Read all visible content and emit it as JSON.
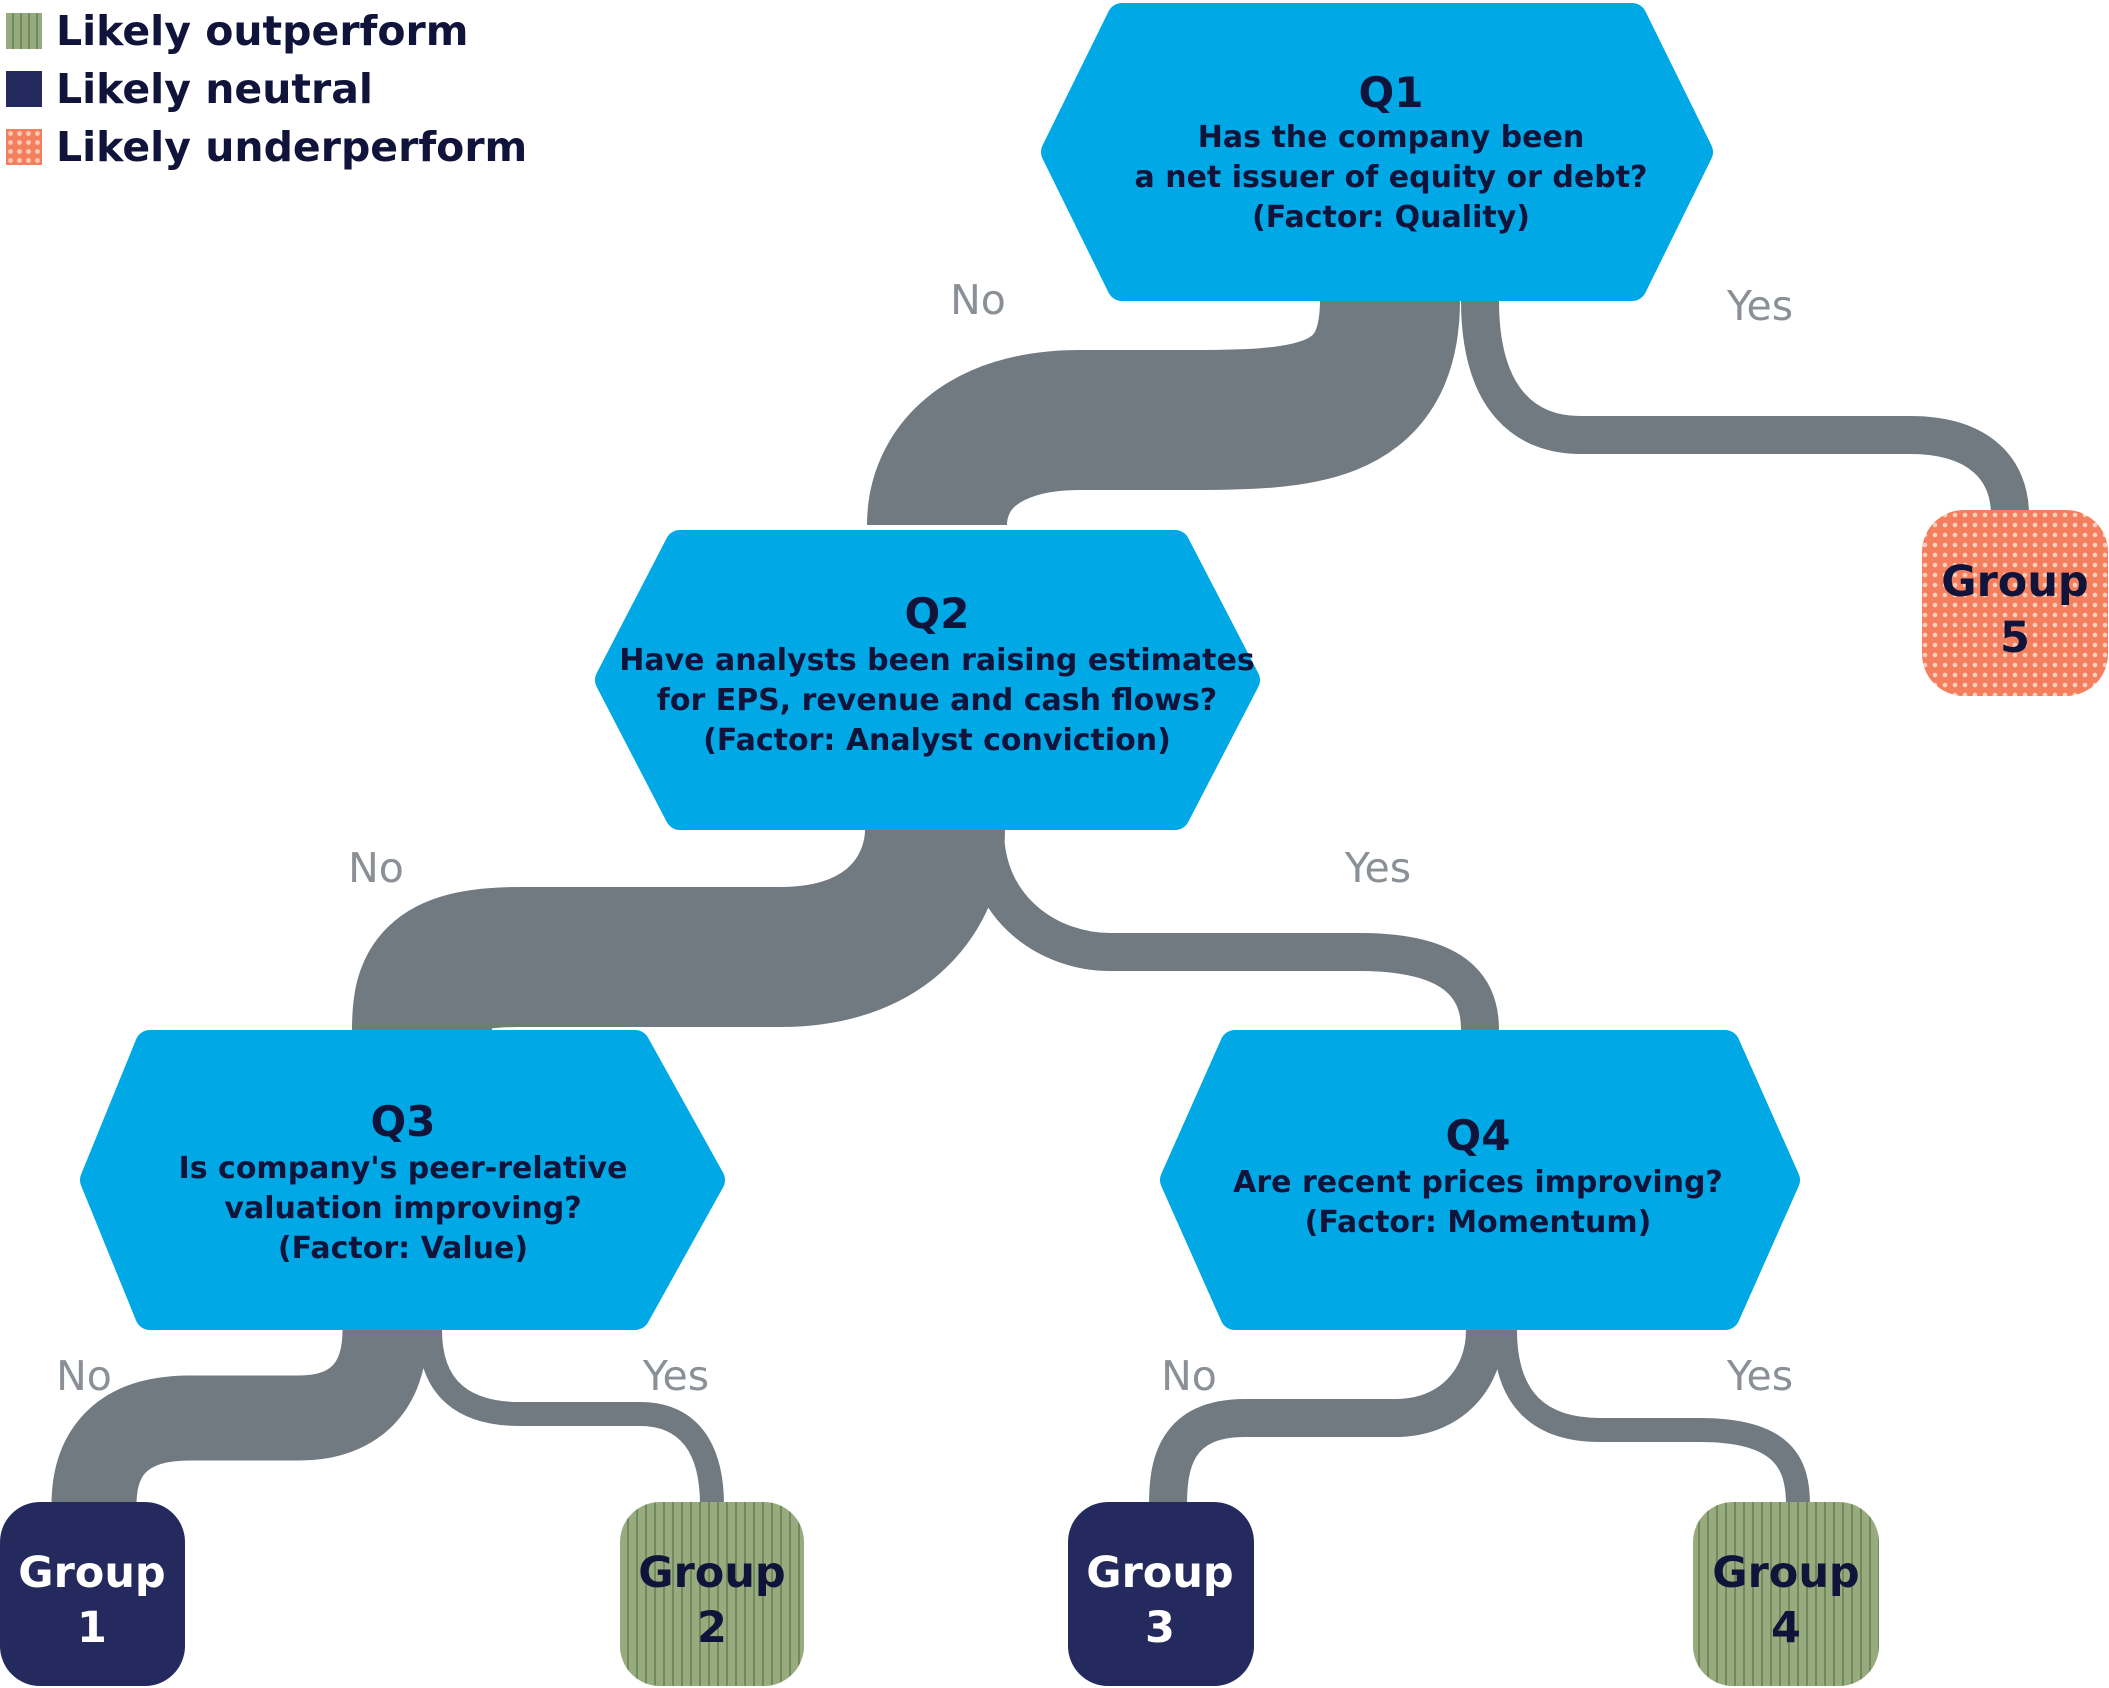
{
  "legend": [
    {
      "key": "outperform",
      "label": "Likely outperform",
      "color": "#98ab7f"
    },
    {
      "key": "neutral",
      "label": "Likely neutral",
      "color": "#252a5e"
    },
    {
      "key": "underperform",
      "label": "Likely underperform",
      "color": "#f47f5e"
    }
  ],
  "colors": {
    "question_fill": "#00a9e6",
    "question_text": "#10133a",
    "branch": "#717981",
    "branch_label": "#8a9096",
    "group_text_dark": "#10133a",
    "group_text_light": "#ffffff"
  },
  "questions": [
    {
      "id": "q1",
      "title": "Q1",
      "lines": [
        "Has the company been",
        "a net issuer of equity or debt?",
        "(Factor: Quality)"
      ]
    },
    {
      "id": "q2",
      "title": "Q2",
      "lines": [
        "Have analysts been raising estimates",
        "for EPS, revenue and cash flows?",
        "(Factor: Analyst conviction)"
      ]
    },
    {
      "id": "q3",
      "title": "Q3",
      "lines": [
        "Is company's peer-relative",
        "valuation improving?",
        "(Factor: Value)"
      ]
    },
    {
      "id": "q4",
      "title": "Q4",
      "lines": [
        "Are recent prices improving?",
        "(Factor: Momentum)"
      ]
    }
  ],
  "branches": {
    "no": "No",
    "yes": "Yes"
  },
  "groups": [
    {
      "id": "g1",
      "line1": "Group",
      "line2": "1",
      "category": "neutral"
    },
    {
      "id": "g2",
      "line1": "Group",
      "line2": "2",
      "category": "outperform"
    },
    {
      "id": "g3",
      "line1": "Group",
      "line2": "3",
      "category": "neutral"
    },
    {
      "id": "g4",
      "line1": "Group",
      "line2": "4",
      "category": "outperform"
    },
    {
      "id": "g5",
      "line1": "Group",
      "line2": "5",
      "category": "underperform"
    }
  ]
}
